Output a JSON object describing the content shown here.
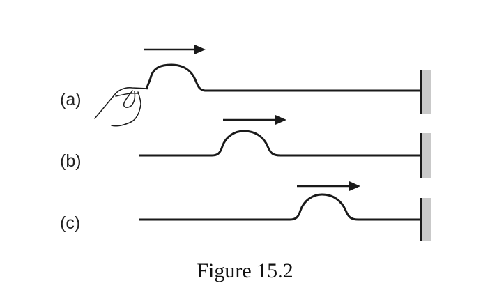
{
  "panels": [
    {
      "label": "(a)",
      "has_hand": true
    },
    {
      "label": "(b)",
      "has_hand": false
    },
    {
      "label": "(c)",
      "has_hand": false
    }
  ],
  "caption": "Figure 15.2",
  "colors": {
    "string": "#1a1a1a",
    "wall": "#c9c9c9",
    "arrow": "#1a1a1a"
  }
}
